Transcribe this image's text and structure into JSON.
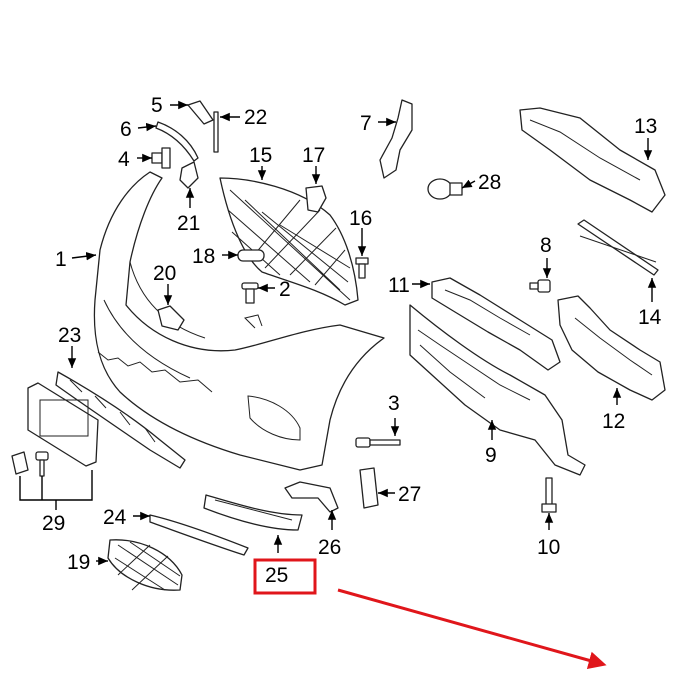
{
  "colors": {
    "highlight": "#e0161b",
    "line": "#222222",
    "background": "#ffffff"
  },
  "callouts": {
    "c1": "1",
    "c2": "2",
    "c3": "3",
    "c4": "4",
    "c5": "5",
    "c6": "6",
    "c7": "7",
    "c8": "8",
    "c9": "9",
    "c10": "10",
    "c11": "11",
    "c12": "12",
    "c13": "13",
    "c14": "14",
    "c15": "15",
    "c16": "16",
    "c17": "17",
    "c18": "18",
    "c19": "19",
    "c20": "20",
    "c21": "21",
    "c22": "22",
    "c23": "23",
    "c24": "24",
    "c25": "25",
    "c26": "26",
    "c27": "27",
    "c28": "28",
    "c29": "29"
  },
  "highlighted_part": "25"
}
